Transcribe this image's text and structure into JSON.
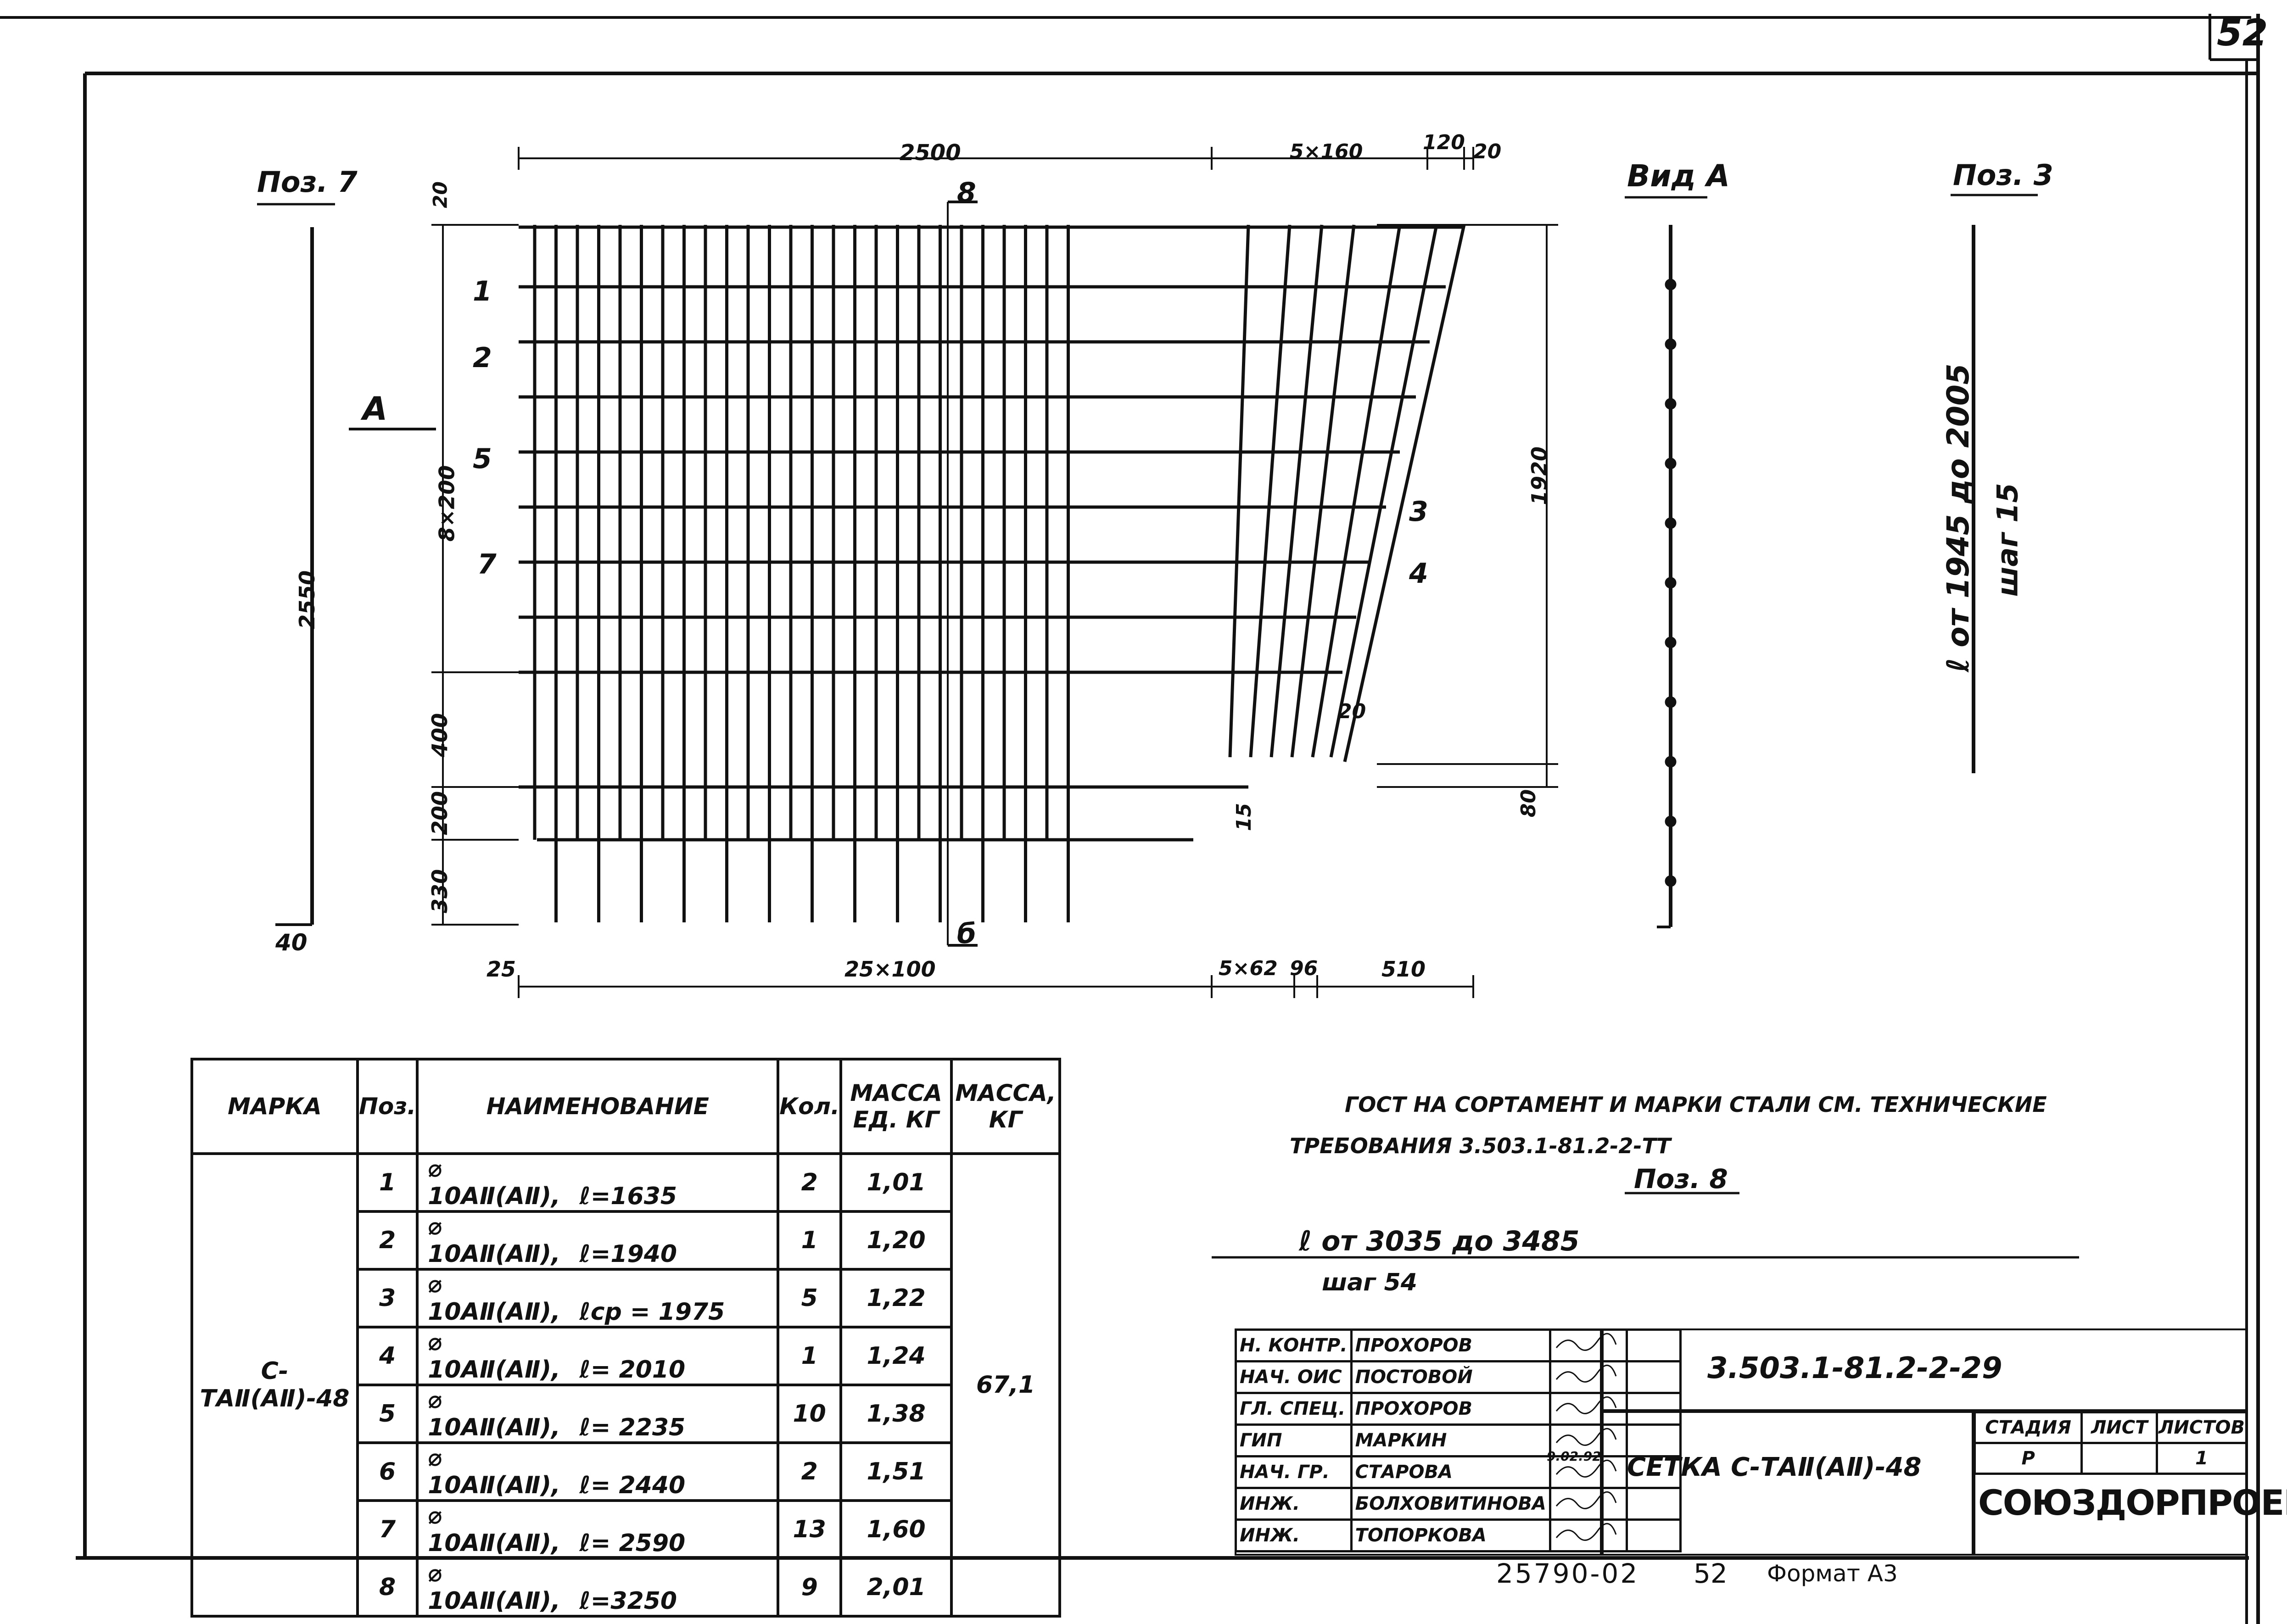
{
  "sheet_number": "52",
  "drawing": {
    "pos7": "Поз. 7",
    "pos3": "Поз. 3",
    "view_a": "Вид А",
    "section_a": "А",
    "section_b_top": "8",
    "section_b_bottom": "б",
    "dims_top": [
      "2500",
      "5×160",
      "120",
      "20"
    ],
    "dims_bottom": [
      "25",
      "25×100",
      "5×62",
      "96",
      "510"
    ],
    "dims_left": [
      "20",
      "8×200",
      "400",
      "200",
      "330"
    ],
    "dims_right": [
      "1920",
      "80",
      "15",
      "20"
    ],
    "overall_height": "2550",
    "corner_40": "40",
    "bar_labels": [
      "1",
      "2",
      "5",
      "7",
      "3",
      "4"
    ],
    "pos3_length": "ℓ от 1945 до 2005",
    "pos3_step": "шаг 15"
  },
  "notes": {
    "line1": "ГОСТ НА СОРТАМЕНТ И МАРКИ СТАЛИ СМ. ТЕХНИЧЕСКИЕ",
    "line2": "ТРЕБОВАНИЯ 3.503.1-81.2-2-ТТ",
    "pos8": "Поз. 8",
    "pos8_length": "ℓ от 3035 до 3485",
    "pos8_step": "шаг 54"
  },
  "spec_table": {
    "headers": [
      "МАРКА",
      "Поз.",
      "НАИМЕНОВАНИЕ",
      "Кол.",
      "МАССА ЕД. КГ",
      "МАССА, КГ"
    ],
    "mark": "С-ТАⅡ(АⅡ)-48",
    "total_mass": "67,1",
    "rows": [
      {
        "pos": "1",
        "name": "⌀ 10АⅡ(АⅡ),",
        "length": "ℓ=1635",
        "qty": "2",
        "mass": "1,01"
      },
      {
        "pos": "2",
        "name": "⌀ 10АⅡ(АⅡ),",
        "length": "ℓ=1940",
        "qty": "1",
        "mass": "1,20"
      },
      {
        "pos": "3",
        "name": "⌀ 10АⅡ(АⅡ),",
        "length": "ℓср = 1975",
        "qty": "5",
        "mass": "1,22"
      },
      {
        "pos": "4",
        "name": "⌀ 10АⅡ(АⅡ),",
        "length": "ℓ= 2010",
        "qty": "1",
        "mass": "1,24"
      },
      {
        "pos": "5",
        "name": "⌀ 10АⅡ(АⅡ),",
        "length": "ℓ= 2235",
        "qty": "10",
        "mass": "1,38"
      },
      {
        "pos": "6",
        "name": "⌀ 10АⅡ(АⅡ),",
        "length": "ℓ= 2440",
        "qty": "2",
        "mass": "1,51"
      },
      {
        "pos": "7",
        "name": "⌀ 10АⅡ(АⅡ),",
        "length": "ℓ= 2590",
        "qty": "13",
        "mass": "1,60"
      },
      {
        "pos": "8",
        "name": "⌀ 10АⅡ(АⅡ),",
        "length": "ℓ=3250",
        "qty": "9",
        "mass": "2,01"
      }
    ]
  },
  "title_block": {
    "doc_code": "3.503.1-81.2-2-29",
    "title": "СЕТКА С-ТАⅡ(АⅡ)-48",
    "stage_headers": [
      "СТАДИЯ",
      "ЛИСТ",
      "ЛИСТОВ"
    ],
    "stage": "Р",
    "sheet": "",
    "sheets": "1",
    "org": "СОЮЗДОРПРОЕКТ",
    "date": "9.02.92",
    "signers": [
      {
        "role": "Н. КОНТР.",
        "name": "ПРОХОРОВ"
      },
      {
        "role": "НАЧ. ОИС",
        "name": "ПОСТОВОЙ"
      },
      {
        "role": "ГЛ. СПЕЦ.",
        "name": "ПРОХОРОВ"
      },
      {
        "role": "ГИП",
        "name": "МАРКИН"
      },
      {
        "role": "НАЧ. ГР.",
        "name": "СТАРОВА"
      },
      {
        "role": "ИНЖ.",
        "name": "БОЛХОВИТИНОВА"
      },
      {
        "role": "ИНЖ.",
        "name": "ТОПОРКОВА"
      }
    ],
    "footer_number": "25790-02",
    "footer_sheet": "52",
    "format": "Формат А3"
  }
}
